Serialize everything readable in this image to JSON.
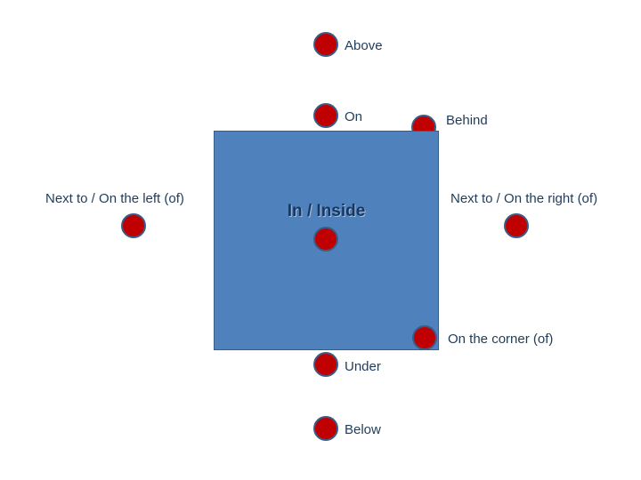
{
  "labels": {
    "inside": "In / Inside",
    "above": "Above",
    "on": "On",
    "behind": "Behind",
    "left": "Next to / On the left (of)",
    "right": "Next to / On the right (of)",
    "corner": "On the corner (of)",
    "under": "Under",
    "below": "Below"
  },
  "colors": {
    "box_fill": "#4f81bd",
    "box_border": "#385d8a",
    "dot_fill": "#c00000",
    "dot_border": "#385d8a",
    "text": "#1f3c5a"
  }
}
